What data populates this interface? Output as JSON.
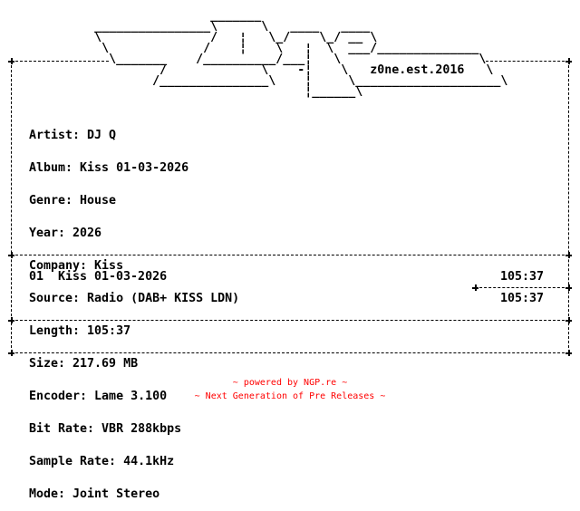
{
  "logo_lines": [
    "                             _______",
    "             ________________\\      \\   ____   ____",
    "             \\               /   ¦   \\_/    \\_/ __ \\",
    "              \\             /    ¦    \\   ¦  \\  ___/______________",
    "               \\_______    /__________/___¦   \\                   \\",
    "                      /             \\    -¦    \\   z0ne.est.2016   \\",
    "                     /_______________\\    ¦     \\____________________\\",
    "                                          ¦______\\"
  ],
  "logo_text": "z0ne.est.2016",
  "info": [
    "Artist: DJ Q",
    "Album: Kiss 01-03-2026",
    "Genre: House",
    "Year: 2026",
    "Company: Kiss",
    "Source: Radio (DAB+ KISS LDN)",
    "Length: 105:37",
    "Size: 217.69 MB",
    "Encoder: Lame 3.100",
    "Bit Rate: VBR 288kbps",
    "Sample Rate: 44.1kHz",
    "Mode: Joint Stereo"
  ],
  "tracks": [
    {
      "number": "01",
      "title": "Kiss 01-03-2026",
      "length": "105:37"
    }
  ],
  "total_length": "105:37",
  "footer": {
    "line1": "~ powered by NGP.re ~",
    "line2": "~ Next Generation of Pre Releases ~"
  },
  "colors": {
    "text": "#000000",
    "footer": "#ff0000",
    "background": "#ffffff"
  }
}
